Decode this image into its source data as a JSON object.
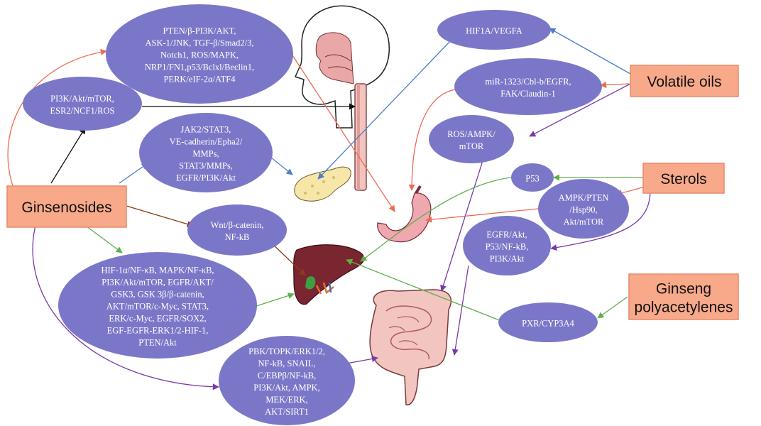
{
  "sources": {
    "ginsenosides": "Ginsenosides",
    "volatile_oils": "Volatile oils",
    "sterols": "Sterols",
    "polyacetylenes": [
      "Ginseng",
      "polyacetylenes"
    ]
  },
  "pathways": {
    "pten": [
      "PTEN/β-PI3K/AKT,",
      "ASK-1/JNK, TGF-β/Smad2/3,",
      "Notch1, ROS/MAPK,",
      "NRP1/FN1,p53/Bclxl/Beclin1,",
      "PERK/eIF-2α/ATF4"
    ],
    "pi3k_mtor": [
      "PI3K/Akt/mTOR,",
      "ESR2/NCF1/ROS"
    ],
    "jak2": [
      "JAK2/STAT3,",
      "VE-cadherin/Epha2/",
      "MMPs,",
      "STAT3/MMPs,",
      "EGFR/PI3K/Akt"
    ],
    "wnt": [
      "Wnt/β-catenin,",
      "NF-kB"
    ],
    "hif": [
      "HIF-1α/NF-κB, MAPK/NF-κB,",
      "PI3K/Akt/mTOR, EGFR/AKT/",
      "GSK3, GSK 3β/β-catenin,",
      "AKT/mTOR/c-Myc, STAT3,",
      "ERK/c-Myc, EGFR/SOX2,",
      "EGF-EGFR-ERK1/2-HIF-1,",
      "PTEN/Akt"
    ],
    "pbk": [
      "PBK/TOPK/ERK1/2,",
      "NF-kB, SNAIL,",
      "C/EBPβ/NF-kB,",
      "PI3K/Akt, AMPK,",
      "MEK/ERK,",
      "AKT/SIRT1"
    ],
    "hif1a": [
      "HIF1A/VEGFA"
    ],
    "mir": [
      "miR-1323/Cbl-b/EGFR,",
      "FAK/Claudin-1"
    ],
    "ros_ampk": [
      "ROS/AMPK/",
      "mTOR"
    ],
    "p53": [
      "P53"
    ],
    "ampk_pten": [
      "AMPK/PTEN",
      "/Hsp90,",
      "Akt/mTOR"
    ],
    "egfr_akt": [
      "EGFR/Akt,",
      "P53/NF-kB,",
      "PI3K/Akt"
    ],
    "pxr": [
      "PXR/CYP3A4"
    ]
  },
  "colors": {
    "ellipse": "#7b77c8",
    "box": "#f7a98a",
    "box_border": "#e8896a",
    "black": "#111111",
    "blue": "#4a80c8",
    "red": "#ee6a52",
    "green": "#5fb04a",
    "brown": "#8b3a1a",
    "purple": "#7a3aa8"
  },
  "organs": [
    "head-esophagus-icon",
    "pancreas-icon",
    "stomach-icon",
    "liver-icon",
    "intestine-icon"
  ]
}
